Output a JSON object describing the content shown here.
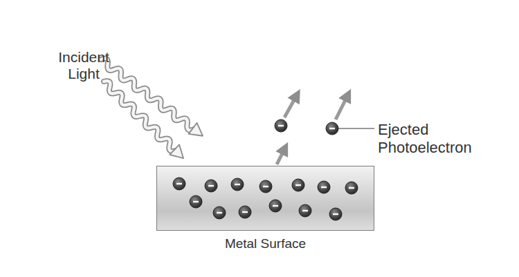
{
  "diagram": {
    "nodes": [
      {
        "text": [
          "Metal Surface"
        ]
      }
    ],
    "labels": [
      "Incident Light",
      "Ejected Photoelectron"
    ]
  }
}
